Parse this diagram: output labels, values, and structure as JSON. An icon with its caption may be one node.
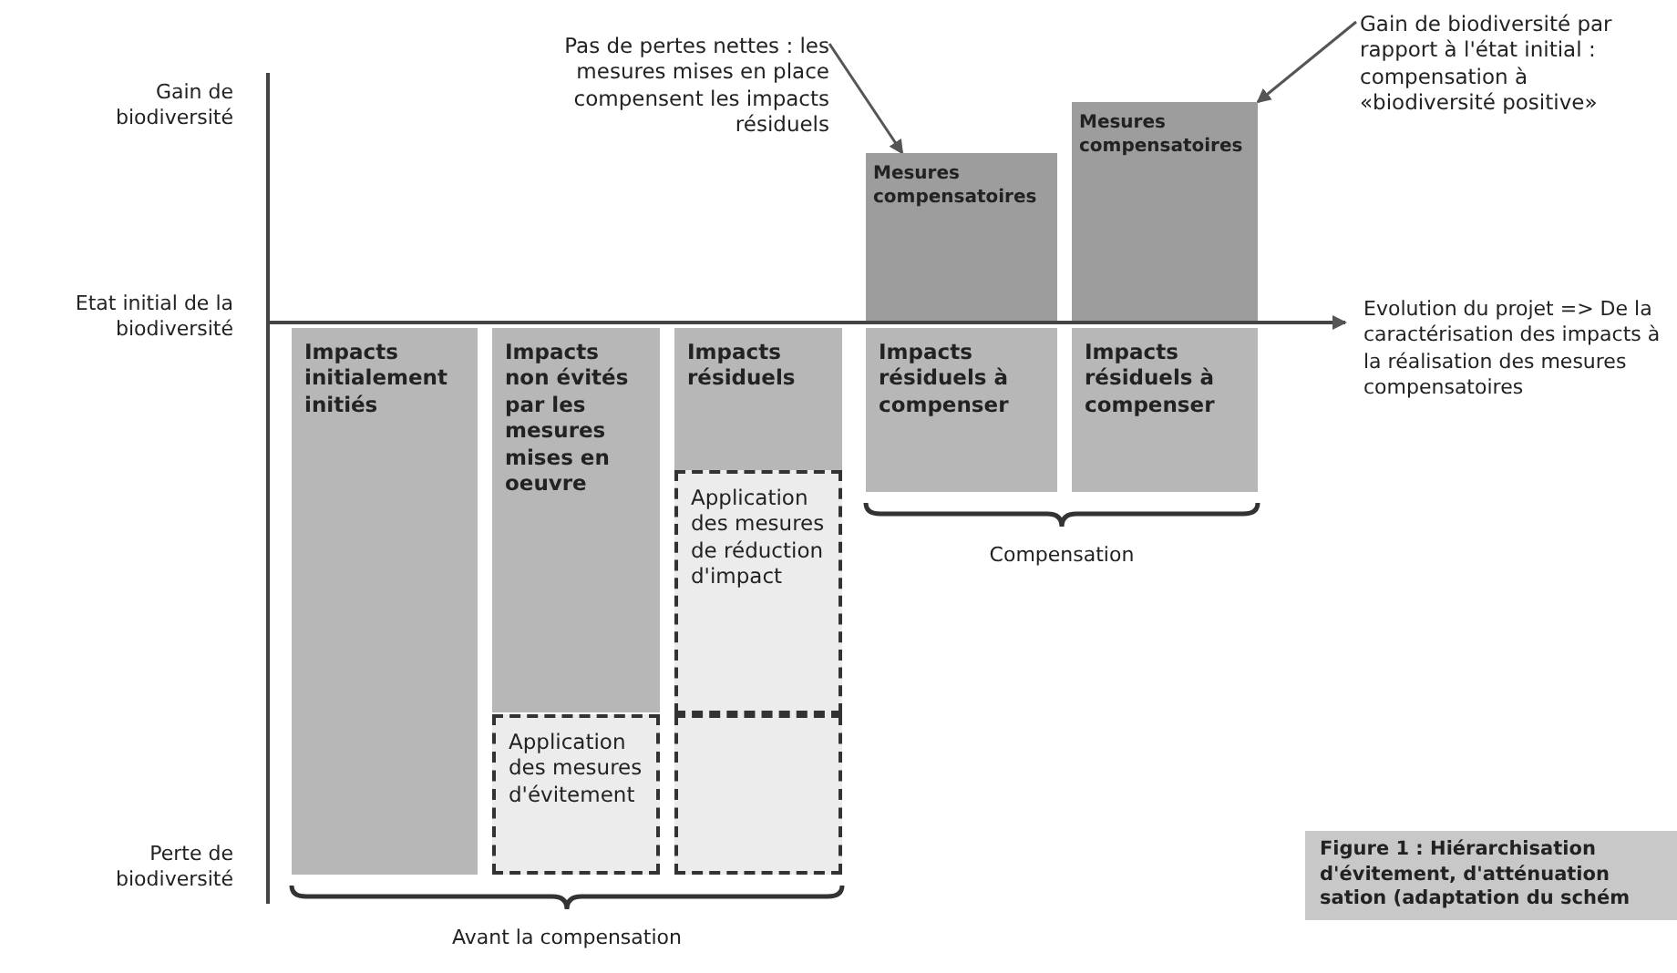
{
  "diagram": {
    "caption": "Figure 1 : Hiérarchisation d'évitement, d'atténuation sation (adaptation du schém",
    "nodes": [
      {
        "text": [
          "Pas de pertes nettes : les mesures mises en place compensent les impacts résiduels"
        ]
      },
      {
        "text": [
          "Gain de biodiversité par rapport à l'état initial : compensation à «biodiversité positive»"
        ]
      },
      {
        "text": [
          "Mesures compensatoires"
        ]
      },
      {
        "text": [
          "Mesures compensatoires"
        ]
      },
      {
        "text": [
          "Impacts initialement initiés"
        ]
      },
      {
        "text": [
          "Impacts non évités par les mesures mises en oeuvre"
        ]
      },
      {
        "text": [
          "Impacts résiduels"
        ]
      },
      {
        "text": [
          "Impacts résiduels à compenser"
        ]
      },
      {
        "text": [
          "Impacts résiduels à compenser"
        ]
      },
      {
        "text": [
          "Application des mesures de réduction d'impact"
        ]
      },
      {
        "text": [
          "Application des mesures d'évitement"
        ]
      },
      {
        "text": [],
        "shape": "box"
      }
    ],
    "edges": [
      {
        "from": 0,
        "to": 2,
        "arrow": "to"
      },
      {
        "from": 1,
        "to": 3,
        "arrow": "to"
      }
    ],
    "labels": [
      "Gain de biodiversité",
      "Etat initial de la biodiversité",
      "Evolution du projet => De la caractérisation des impacts à la réalisation des mesures compensatoires",
      "Compensation",
      "Perte de biodiversité",
      "Avant la compensation"
    ]
  }
}
